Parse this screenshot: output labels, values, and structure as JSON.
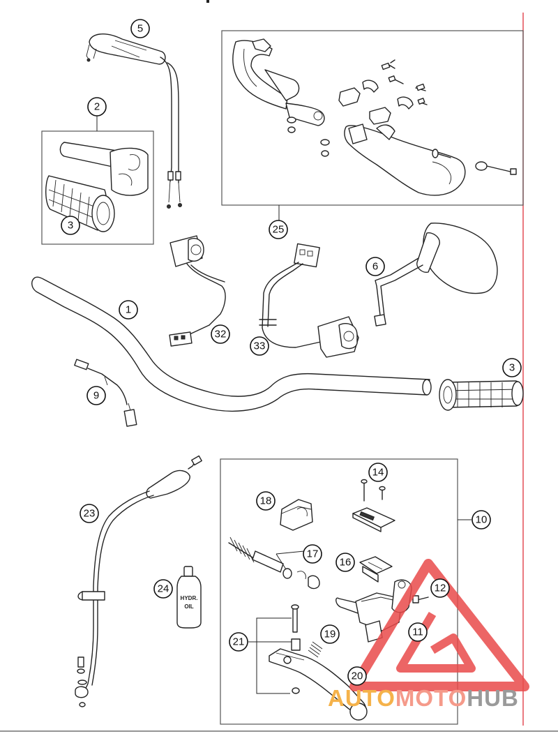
{
  "page": {
    "background": "#ffffff",
    "border_color": "#555555",
    "red_margin_color": "#e0404a"
  },
  "callouts": {
    "handlebar": "1",
    "throttle_grip_assembly": "2",
    "grip_left": "3",
    "grip_right": "3",
    "throttle_cables": "5",
    "mirror": "6",
    "cable_kill": "9",
    "hand_brake_cylinder": "10",
    "piston_set": "11",
    "screw_12": "12",
    "cover_screws": "14",
    "membrane": "16",
    "piston_kit": "17",
    "clamp": "18",
    "spring": "19",
    "hand_brake_lever": "20",
    "lever_pin_set": "21",
    "clutch_line": "23",
    "hydraulic_oil": "24",
    "hand_guard_kit": "25",
    "switch_left": "32",
    "switch_right": "33"
  },
  "bottle": {
    "line1": "HYDR.",
    "line2": "OIL"
  },
  "watermark": {
    "part1": "AUTO",
    "part2": "MOTO",
    "part3": "HUB",
    "color1": "#f5b24a",
    "color2": "#f59a8a",
    "color3": "#9a9a9a",
    "triangle_color": "#e94b4b"
  }
}
